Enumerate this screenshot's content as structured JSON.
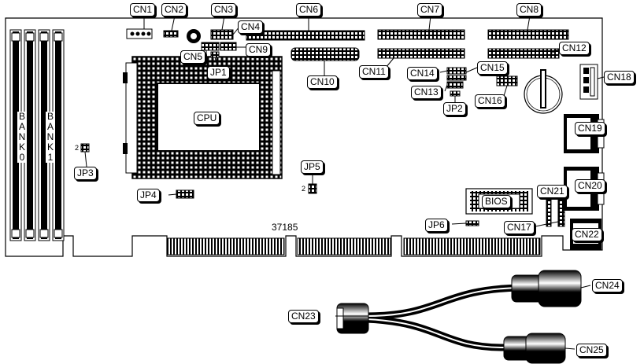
{
  "labels": {
    "cn1": "CN1",
    "cn2": "CN2",
    "cn3": "CN3",
    "cn4": "CN4",
    "cn5": "CN5",
    "cn6": "CN6",
    "cn7": "CN7",
    "cn8": "CN8",
    "cn9": "CN9",
    "cn10": "CN10",
    "cn11": "CN11",
    "cn12": "CN12",
    "cn13": "CN13",
    "cn14": "CN14",
    "cn15": "CN15",
    "cn16": "CN16",
    "cn17": "CN17",
    "cn18": "CN18",
    "cn19": "CN19",
    "cn20": "CN20",
    "cn21": "CN21",
    "cn22": "CN22",
    "cn23": "CN23",
    "cn24": "CN24",
    "cn25": "CN25",
    "jp1": "JP1",
    "jp2": "JP2",
    "jp3": "JP3",
    "jp4": "JP4",
    "jp5": "JP5",
    "jp6": "JP6",
    "cpu": "CPU",
    "bios": "BIOS",
    "bank0": "BANK0",
    "bank1": "BANK1",
    "part_number": "37185",
    "pin_jp3": "2",
    "pin_jp5": "2"
  }
}
